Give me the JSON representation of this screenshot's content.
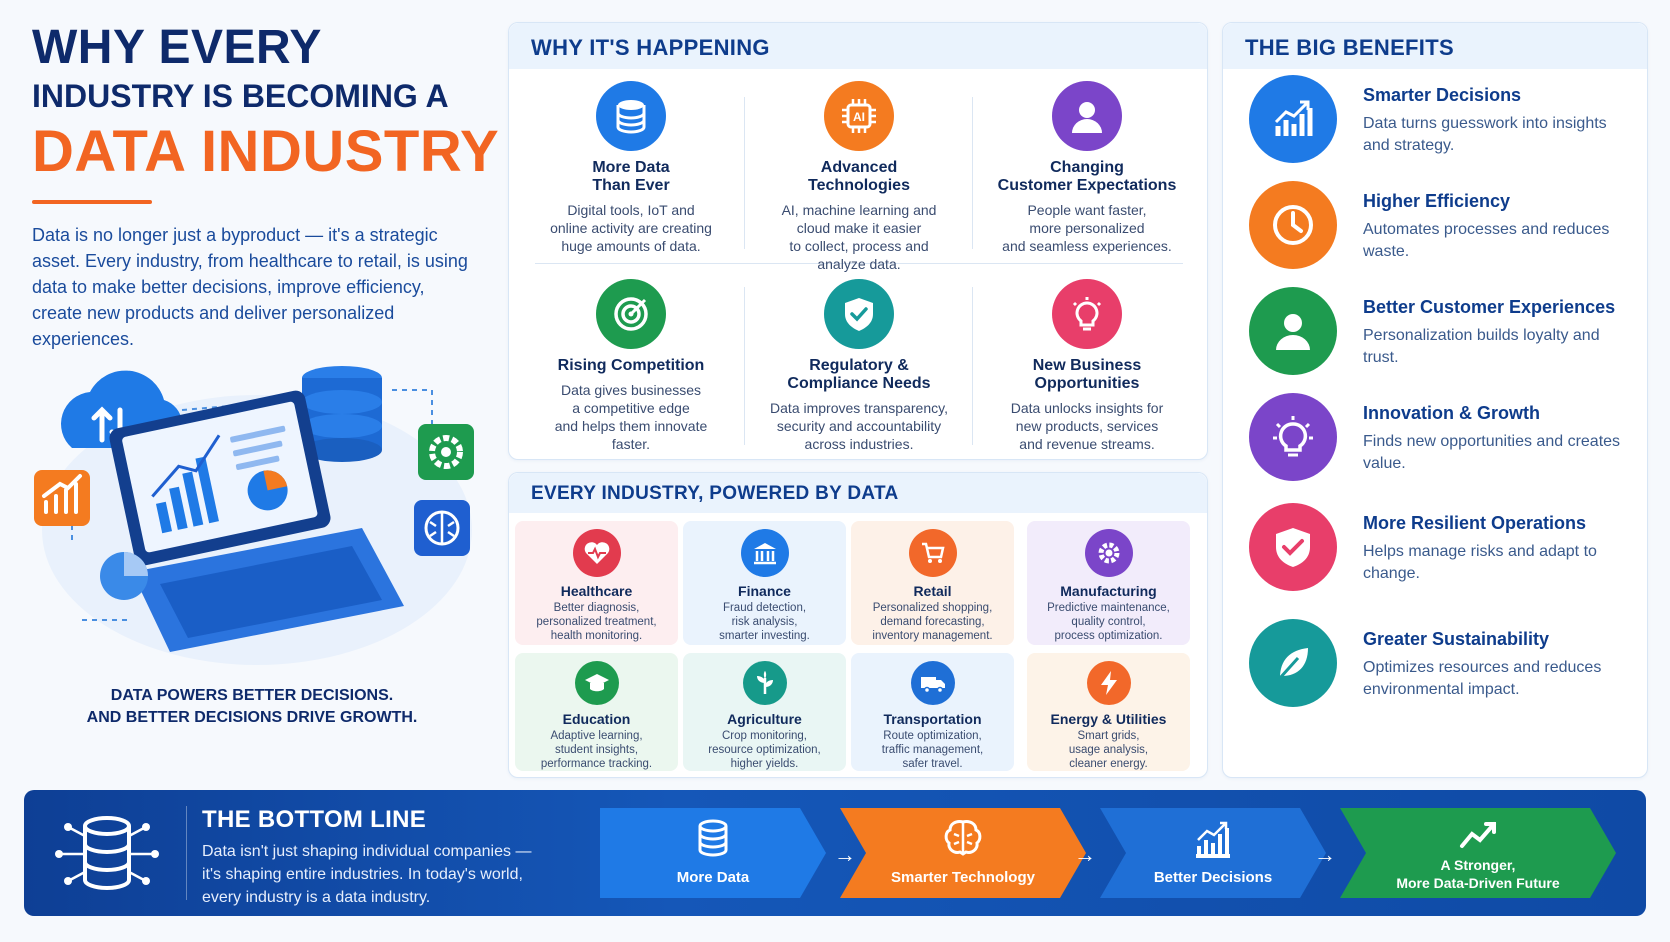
{
  "title": {
    "line1": "WHY EVERY",
    "line2": "INDUSTRY IS BECOMING A",
    "line3": "DATA INDUSTRY"
  },
  "intro": "Data is no longer just a byproduct — it's a strategic asset. Every industry, from healthcare to retail, is using data to make better decisions, improve efficiency, create new products and deliver personalized experiences.",
  "illustration_caption": {
    "line1": "DATA POWERS BETTER DECISIONS.",
    "line2": "AND BETTER DECISIONS DRIVE GROWTH."
  },
  "why": {
    "title": "WHY IT'S HAPPENING",
    "items": [
      {
        "title": "More Data\nThan Ever",
        "desc": "Digital tools, IoT and\nonline activity are creating\nhuge amounts of data.",
        "icon": "database-icon",
        "color": "#1f7ae6"
      },
      {
        "title": "Advanced\nTechnologies",
        "desc": "AI, machine learning and\ncloud make it easier\nto collect, process and\nanalyze data.",
        "icon": "ai-chip-icon",
        "color": "#f47b20"
      },
      {
        "title": "Changing\nCustomer Expectations",
        "desc": "People want faster,\nmore personalized\nand seamless experiences.",
        "icon": "user-icon",
        "color": "#7b45c9"
      },
      {
        "title": "Rising Competition",
        "desc": "Data gives businesses\na competitive edge\nand helps them innovate\nfaster.",
        "icon": "target-icon",
        "color": "#1e9b4f"
      },
      {
        "title": "Regulatory &\nCompliance Needs",
        "desc": "Data improves transparency,\nsecurity and accountability\nacross industries.",
        "icon": "shield-check-icon",
        "color": "#169a9a"
      },
      {
        "title": "New Business\nOpportunities",
        "desc": "Data unlocks insights for\nnew products, services\nand revenue streams.",
        "icon": "lightbulb-icon",
        "color": "#e83e6a"
      }
    ]
  },
  "industries": {
    "title": "EVERY INDUSTRY, POWERED BY DATA",
    "items": [
      {
        "name": "Healthcare",
        "desc": "Better diagnosis,\npersonalized treatment,\nhealth monitoring.",
        "icon": "heart-pulse-icon",
        "color": "#e23b4e",
        "bg": "#fdeef0"
      },
      {
        "name": "Finance",
        "desc": "Fraud detection,\nrisk analysis,\nsmarter investing.",
        "icon": "bank-icon",
        "color": "#1f7ae6",
        "bg": "#eaf3fd"
      },
      {
        "name": "Retail",
        "desc": "Personalized shopping,\ndemand forecasting,\ninventory management.",
        "icon": "cart-icon",
        "color": "#f2682a",
        "bg": "#fdf1e8"
      },
      {
        "name": "Manufacturing",
        "desc": "Predictive maintenance,\nquality control,\nprocess optimization.",
        "icon": "gear-icon",
        "color": "#7b45c9",
        "bg": "#f2ecfb"
      },
      {
        "name": "Education",
        "desc": "Adaptive learning,\nstudent insights,\nperformance tracking.",
        "icon": "graduation-cap-icon",
        "color": "#1e9b4f",
        "bg": "#ebf7ef"
      },
      {
        "name": "Agriculture",
        "desc": "Crop monitoring,\nresource optimization,\nhigher yields.",
        "icon": "plant-icon",
        "color": "#169a8a",
        "bg": "#e9f6f4"
      },
      {
        "name": "Transportation",
        "desc": "Route optimization,\ntraffic management,\nsafer travel.",
        "icon": "truck-icon",
        "color": "#1f6fd6",
        "bg": "#eaf3fd"
      },
      {
        "name": "Energy & Utilities",
        "desc": "Smart grids,\nusage analysis,\ncleaner energy.",
        "icon": "lightning-icon",
        "color": "#f2682a",
        "bg": "#fdf3e8"
      }
    ]
  },
  "benefits": {
    "title": "THE BIG BENEFITS",
    "items": [
      {
        "title": "Smarter Decisions",
        "desc": "Data turns guesswork into insights and strategy.",
        "icon": "bar-chart-up-icon",
        "color": "#1f7ae6"
      },
      {
        "title": "Higher Efficiency",
        "desc": "Automates processes and reduces waste.",
        "icon": "clock-icon",
        "color": "#f47b20"
      },
      {
        "title": "Better Customer Experiences",
        "desc": "Personalization builds loyalty and trust.",
        "icon": "user-icon",
        "color": "#1e9b4f"
      },
      {
        "title": "Innovation & Growth",
        "desc": "Finds new opportunities and creates value.",
        "icon": "lightbulb-icon",
        "color": "#7b45c9"
      },
      {
        "title": "More Resilient Operations",
        "desc": "Helps manage risks and adapt to change.",
        "icon": "shield-check-icon",
        "color": "#e83e6a"
      },
      {
        "title": "Greater Sustainability",
        "desc": "Optimizes resources and reduces environmental impact.",
        "icon": "leaf-icon",
        "color": "#169a9a"
      }
    ]
  },
  "bottom": {
    "title": "THE BOTTOM LINE",
    "text": "Data isn't just shaping individual companies — it's shaping entire industries. In today's world, every industry is a data industry.",
    "flow": [
      {
        "label": "More Data",
        "icon": "database-icon",
        "color": "#1f7ae6"
      },
      {
        "label": "Smarter Technology",
        "icon": "brain-icon",
        "color": "#f47b20"
      },
      {
        "label": "Better Decisions",
        "icon": "bar-chart-up-icon",
        "color": "#1f6fd6"
      },
      {
        "label": "A Stronger,\nMore Data-Driven Future",
        "icon": "trend-up-icon",
        "color": "#1e9b4f"
      }
    ]
  }
}
